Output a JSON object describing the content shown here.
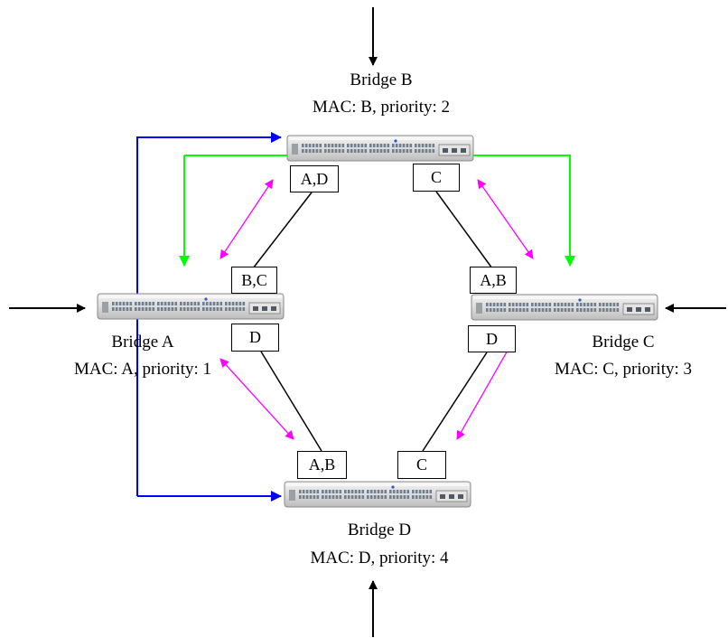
{
  "bridges": [
    {
      "id": "B",
      "name": "Bridge B",
      "info": "MAC: B, priority: 2"
    },
    {
      "id": "A",
      "name": "Bridge A",
      "info": "MAC: A, priority: 1"
    },
    {
      "id": "C",
      "name": "Bridge C",
      "info": "MAC: C, priority: 3"
    },
    {
      "id": "D",
      "name": "Bridge D",
      "info": "MAC: D, priority: 4"
    }
  ],
  "port_tables": {
    "b_left": "A,D",
    "b_right": "C",
    "a_top": "B,C",
    "a_bottom": "D",
    "c_top": "A,B",
    "c_bottom": "D",
    "d_left": "A,B",
    "d_right": "C"
  },
  "colors": {
    "blue_path": "#0000ff",
    "green_path": "#00ff00",
    "magenta_exchange": "#ff00ff",
    "link": "#000000",
    "switch_body": "#d8d8d8"
  }
}
